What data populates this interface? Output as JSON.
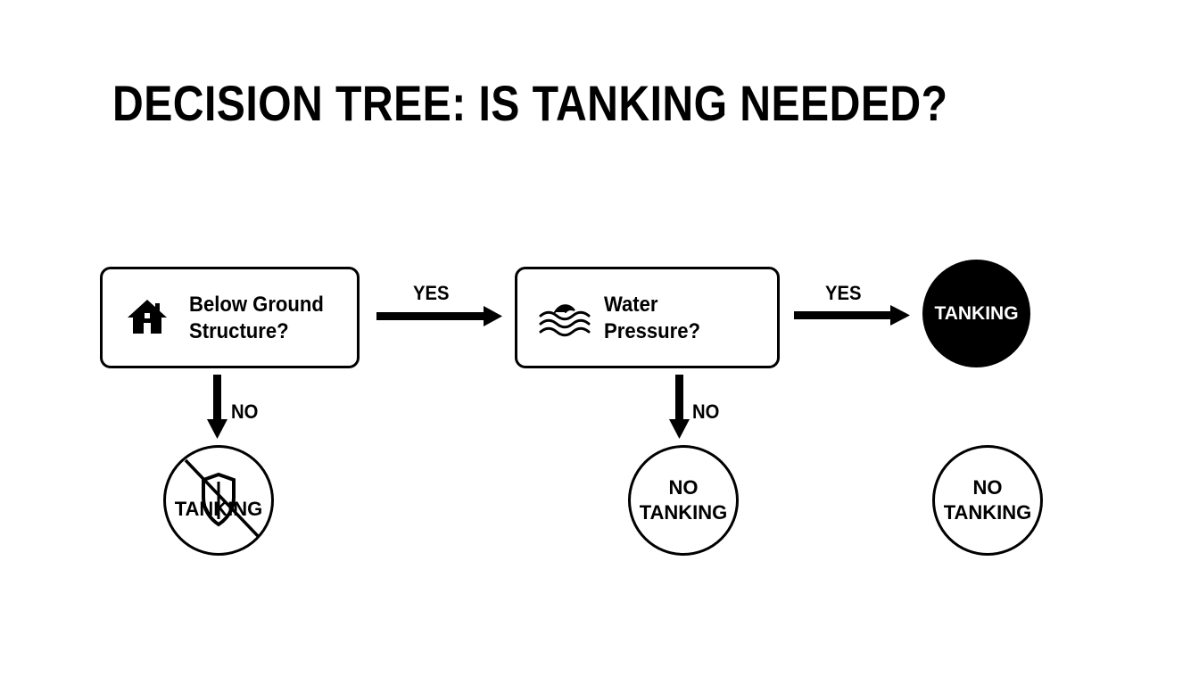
{
  "title": "DECISION TREE: IS TANKING NEEDED?",
  "nodes": {
    "below_ground": {
      "line1": "Below Ground",
      "line2": "Structure?",
      "icon": "house-icon"
    },
    "water_pressure": {
      "line1": "Water",
      "line2": "Pressure?",
      "icon": "water-waves-icon"
    }
  },
  "edges": {
    "yes_1": "YES",
    "yes_2": "YES",
    "no_1": "NO",
    "no_2": "NO"
  },
  "outcomes": {
    "tanking": {
      "line1": "TANKING"
    },
    "no_tanking_left": {
      "line1": "TANKING",
      "icon": "crossed-shield-icon"
    },
    "no_tanking_middle": {
      "line1": "NO",
      "line2": "TANKING"
    },
    "no_tanking_right": {
      "line1": "NO",
      "line2": "TANKING"
    }
  },
  "colors": {
    "stroke": "#000000",
    "background": "#ffffff",
    "filled_text": "#ffffff"
  }
}
